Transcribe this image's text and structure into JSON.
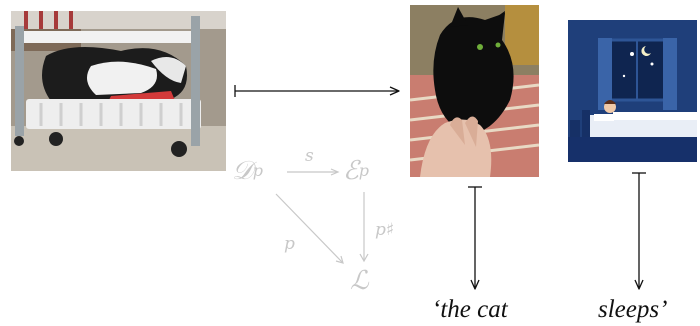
{
  "images": {
    "cat_in_basket": {
      "description": ""
    },
    "cat_being_petted": {
      "description": ""
    },
    "sleeping_person_icon": {
      "description": ""
    }
  },
  "commutative_diagram": {
    "node_D": "𝒟",
    "node_D_sup": "p",
    "node_E": "ℰ",
    "node_E_sup": "p",
    "node_L": "ℒ",
    "edge_s": "s",
    "edge_p": "p",
    "edge_psharp": "p♯",
    "color": "#c8c8c8"
  },
  "sentence": {
    "word_1": "‘the cat",
    "word_2": "sleeps’"
  },
  "colors": {
    "arrow": "#111111",
    "night_sky": "#1f3f7a"
  }
}
